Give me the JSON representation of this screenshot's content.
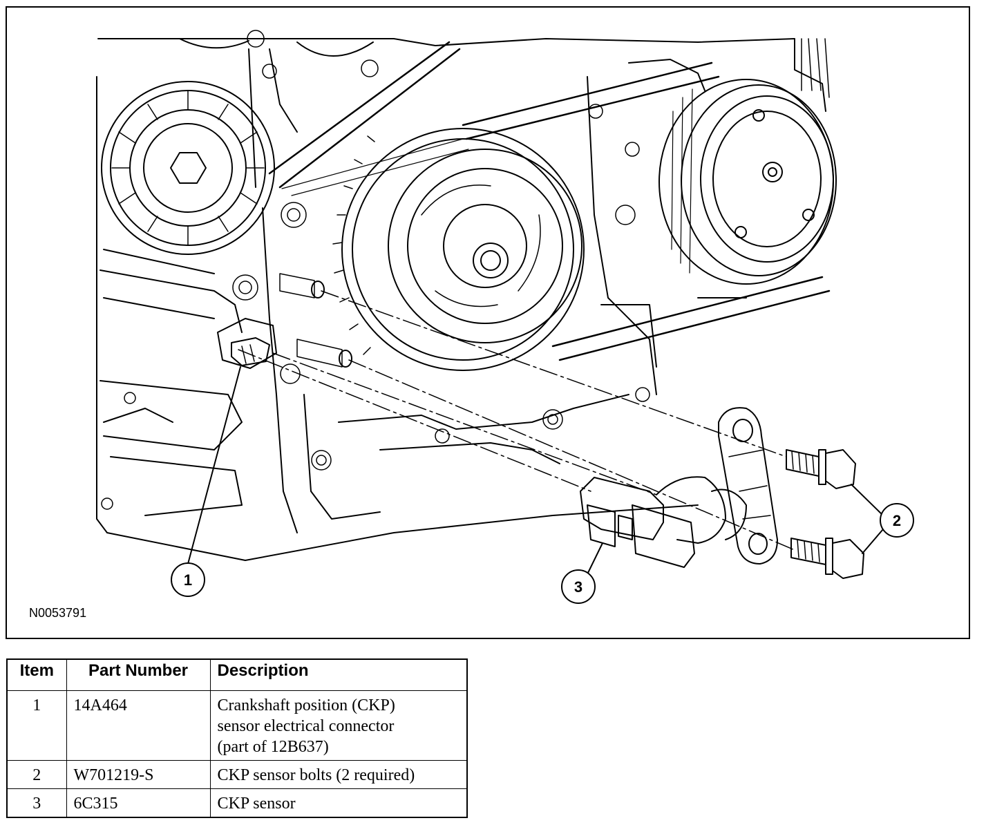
{
  "figure": {
    "id_label": "N0053791",
    "callouts": [
      {
        "number": "1"
      },
      {
        "number": "2"
      },
      {
        "number": "3"
      }
    ]
  },
  "parts_table": {
    "headers": {
      "item": "Item",
      "part_number": "Part Number",
      "description": "Description"
    },
    "rows": [
      {
        "item": "1",
        "part_number": "14A464",
        "description": [
          "Crankshaft position (CKP)",
          "sensor electrical connector",
          "(part of 12B637)"
        ]
      },
      {
        "item": "2",
        "part_number": "W701219-S",
        "description": [
          "CKP sensor bolts (2 required)"
        ]
      },
      {
        "item": "3",
        "part_number": "6C315",
        "description": [
          "CKP sensor"
        ]
      }
    ]
  }
}
